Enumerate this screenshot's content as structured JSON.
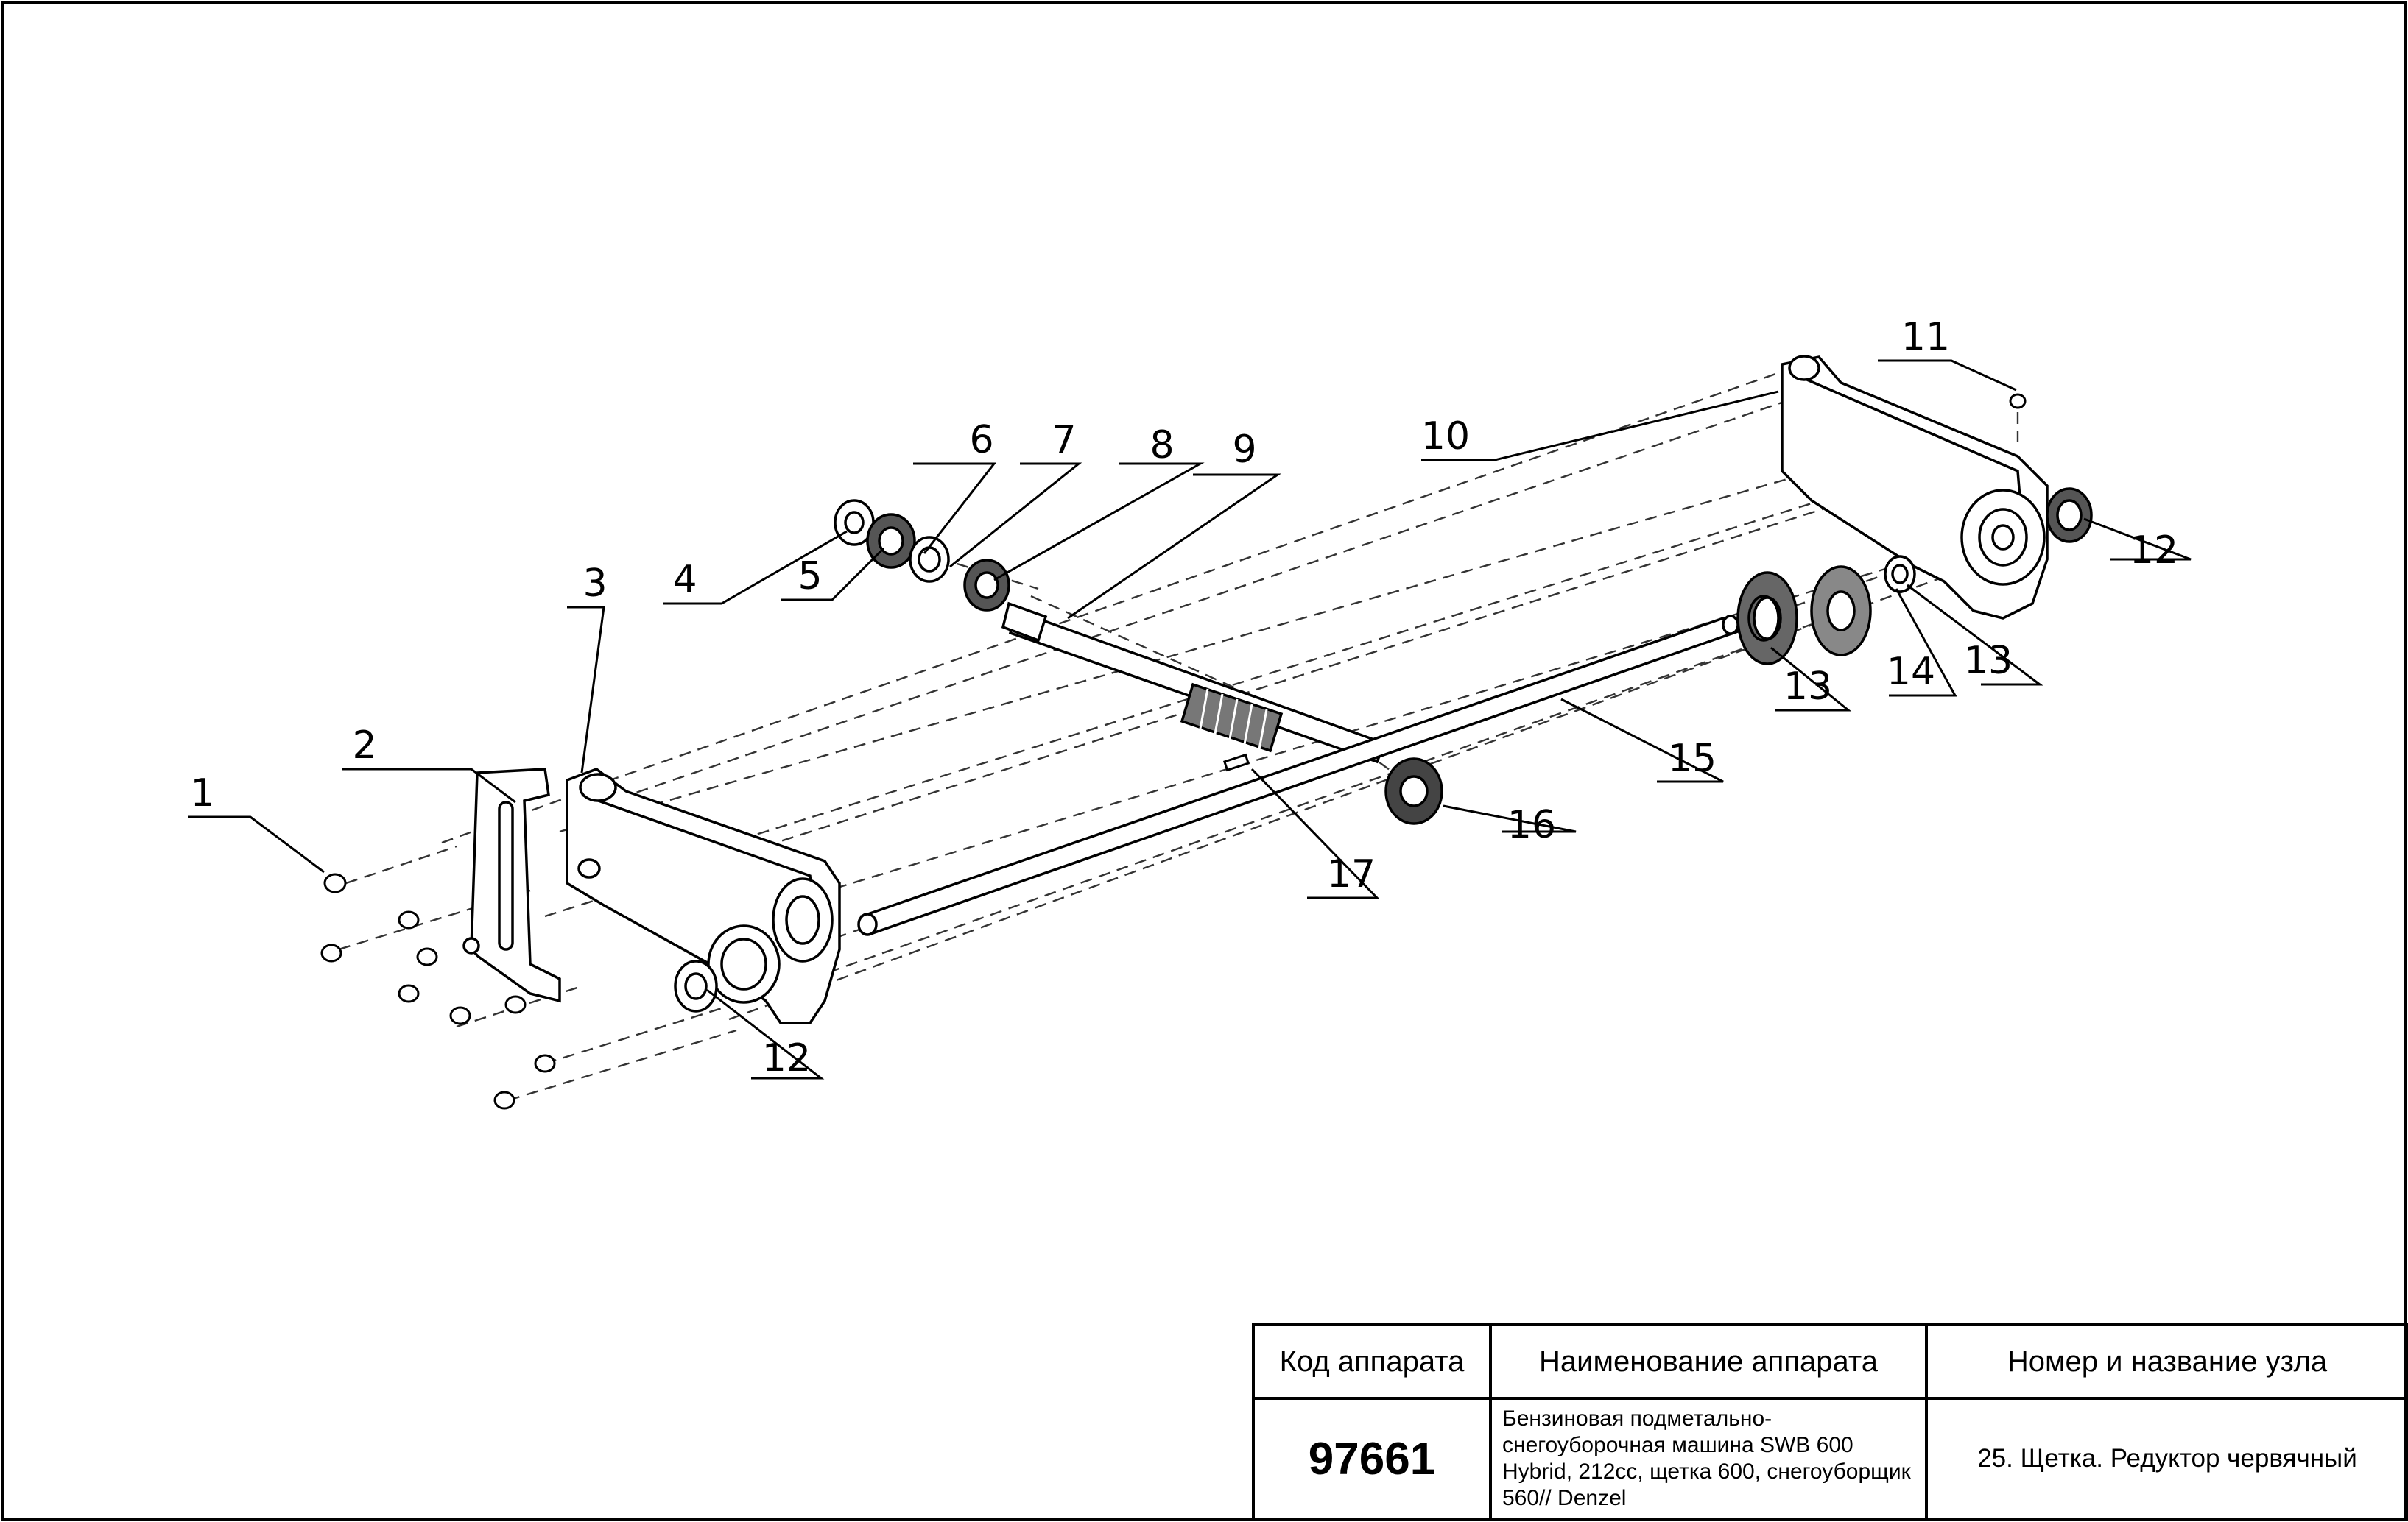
{
  "drawing": {
    "callouts": [
      {
        "id": "c1",
        "label": "1"
      },
      {
        "id": "c2",
        "label": "2"
      },
      {
        "id": "c3",
        "label": "3"
      },
      {
        "id": "c4",
        "label": "4"
      },
      {
        "id": "c5",
        "label": "5"
      },
      {
        "id": "c6",
        "label": "6"
      },
      {
        "id": "c7",
        "label": "7"
      },
      {
        "id": "c8",
        "label": "8"
      },
      {
        "id": "c9",
        "label": "9"
      },
      {
        "id": "c10",
        "label": "10"
      },
      {
        "id": "c11",
        "label": "11"
      },
      {
        "id": "c12a",
        "label": "12"
      },
      {
        "id": "c12b",
        "label": "12"
      },
      {
        "id": "c13a",
        "label": "13"
      },
      {
        "id": "c13b",
        "label": "13"
      },
      {
        "id": "c14",
        "label": "14"
      },
      {
        "id": "c15",
        "label": "15"
      },
      {
        "id": "c16",
        "label": "16"
      },
      {
        "id": "c17",
        "label": "17"
      }
    ]
  },
  "title_block": {
    "code_header": "Код аппарата",
    "name_header": "Наименование аппарата",
    "node_header": "Номер и название узла",
    "code_value": "97661",
    "name_value": "Бензиновая подметально-снегоуборочная машина SWB 600 Hybrid, 212cc, щетка 600, снегоуборщик 560// Denzel",
    "node_value": "25. Щетка. Редуктор червячный"
  }
}
